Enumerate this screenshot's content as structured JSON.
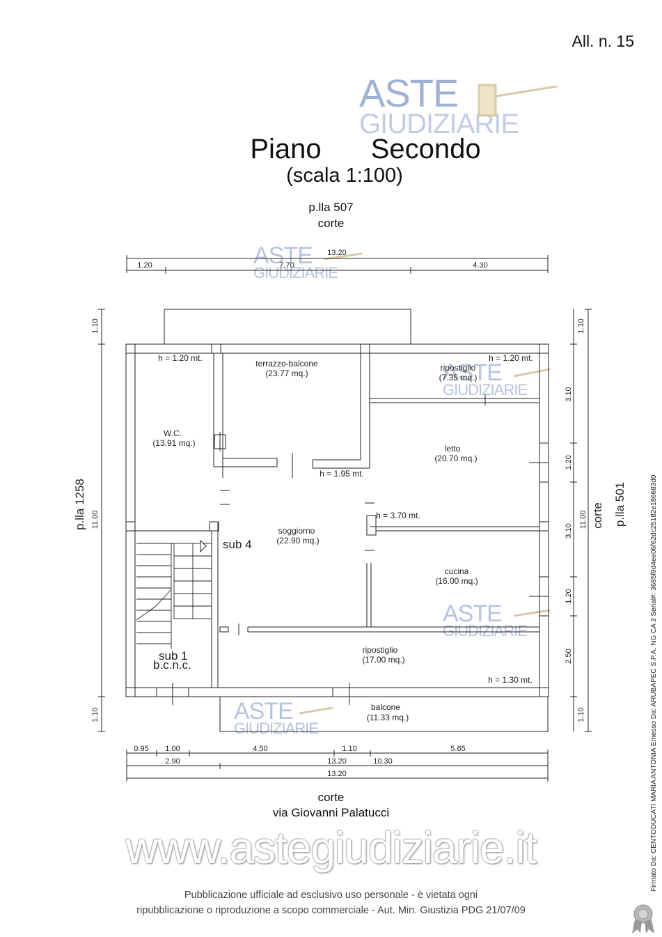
{
  "header": {
    "allegato": "All. n. 15"
  },
  "title": {
    "main": "Piano      Secondo",
    "scale": "(scala 1:100)"
  },
  "boundaries": {
    "north_parcel": "p.lla 507",
    "north_label": "corte",
    "west_parcel": "p.lla 1258",
    "east_label": "corte",
    "east_parcel": "p.lla 501",
    "south_label": "corte",
    "south_street": "via Giovanni Palatucci"
  },
  "watermark": {
    "aste": "ASTE",
    "giudiziarie": "GIUDIZIARIE",
    "website": "www.astegiudiziarie.it"
  },
  "dimensions": {
    "top_total": "13.20",
    "top_parts": [
      "1.20",
      "7.70",
      "4.30"
    ],
    "left_total": "11.00",
    "left_top": "1.10",
    "left_bottom": "1.10",
    "right_total": "11.00",
    "right_parts": [
      "1.10",
      "3.10",
      "1.20",
      "3.10",
      "1.20",
      "2.50",
      "1.10"
    ],
    "bottom_row1": [
      "0.95",
      "1.00",
      "4.50",
      "1.10",
      "5.65"
    ],
    "bottom_row2": [
      "2.90",
      "13.20",
      "10.30"
    ],
    "bottom_total": "13.20"
  },
  "rooms": {
    "terrazzo": {
      "name": "terrazzo-balcone",
      "area": "(23.77 mq.)"
    },
    "wc": {
      "name": "W.C.",
      "area": "(13.91 mq.)",
      "height": "h = 1.20 mt."
    },
    "ripostiglio1": {
      "name": "ripostiglio",
      "area": "(7.35 mq.)",
      "height": "h = 1.20 mt."
    },
    "letto": {
      "name": "letto",
      "area": "(20.70 mq.)"
    },
    "soggiorno": {
      "name": "soggiorno",
      "area": "(22.90 mq.)"
    },
    "cucina": {
      "name": "cucina",
      "area": "(16.00 mq.)"
    },
    "ripostiglio2": {
      "name": "ripostiglio",
      "area": "(17.00 mq.)",
      "height": "h = 1.30 mt."
    },
    "balcone": {
      "name": "balcone",
      "area": "(11.33 mq.)"
    },
    "h_mid1": "h = 1.95 mt.",
    "h_mid2": "h = 3.70 mt."
  },
  "subs": {
    "sub4": "sub 4",
    "sub1": "sub 1",
    "bcnc": "b.c.n.c."
  },
  "disclaimer": {
    "line1": "Pubblicazione ufficiale ad esclusivo uso personale - è vietata ogni",
    "line2": "ripubblicazione o riproduzione a scopo commerciale - Aut. Min. Giustizia PDG 21/07/09"
  },
  "signature": "Firmato Da: CENTODUCATI MARIA ANTONIA Emesso Da: ARUBAPEC S.P.A. NG CA 3 Serial#: 3685f9d4ee06f62dc25182e186683d0",
  "colors": {
    "watermark_blue": "#9fb2d6",
    "line": "#222222"
  }
}
